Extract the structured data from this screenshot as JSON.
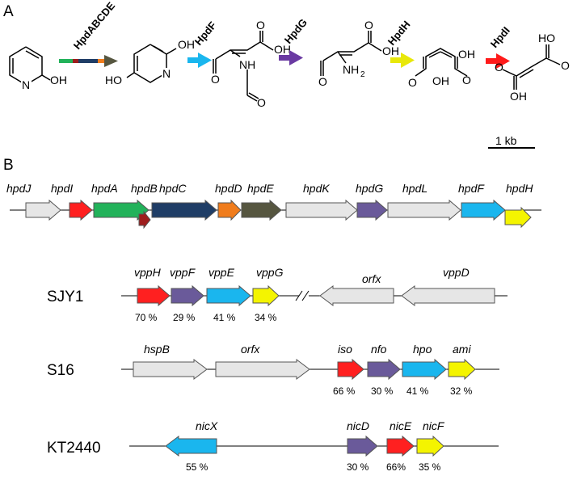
{
  "panels": {
    "a": "A",
    "b": "B"
  },
  "scale_bar": {
    "label": "1 kb"
  },
  "enzymes": {
    "hpdabcde": "HpdABCDE",
    "hpdf": "HpdF",
    "hpdg": "HpdG",
    "hpdh": "HpdH",
    "hpdi": "HpdI"
  },
  "atoms": {
    "n": "N",
    "oh": "OH",
    "ho": "HO",
    "o": "O",
    "nh": "NH",
    "nh2": "NH",
    "sub2": "2"
  },
  "colors": {
    "gray": "#e6e6e6",
    "red": "#ff2020",
    "green": "#22b25a",
    "darkred": "#9e1d1d",
    "navy": "#1f3d66",
    "orange": "#f07c1c",
    "olive": "#565640",
    "purple": "#6a5a9a",
    "cyan": "#1ab6ee",
    "yellow": "#f4f400"
  },
  "clusters": [
    {
      "name": "",
      "genes": [
        {
          "label": "hpdJ",
          "color": "gray",
          "pct": ""
        },
        {
          "label": "hpdI",
          "color": "red",
          "pct": ""
        },
        {
          "label": "hpdA",
          "color": "green",
          "pct": ""
        },
        {
          "label": "hpdB",
          "color": "darkred",
          "pct": ""
        },
        {
          "label": "hpdC",
          "color": "navy",
          "pct": ""
        },
        {
          "label": "hpdD",
          "color": "orange",
          "pct": ""
        },
        {
          "label": "hpdE",
          "color": "olive",
          "pct": ""
        },
        {
          "label": "hpdK",
          "color": "gray",
          "pct": ""
        },
        {
          "label": "hpdG",
          "color": "purple",
          "pct": ""
        },
        {
          "label": "hpdL",
          "color": "gray",
          "pct": ""
        },
        {
          "label": "hpdF",
          "color": "cyan",
          "pct": ""
        },
        {
          "label": "hpdH",
          "color": "yellow",
          "pct": ""
        }
      ]
    },
    {
      "name": "SJY1",
      "genes": [
        {
          "label": "vppH",
          "color": "red",
          "pct": "70 %"
        },
        {
          "label": "vppF",
          "color": "purple",
          "pct": "29 %"
        },
        {
          "label": "vppE",
          "color": "cyan",
          "pct": "41 %"
        },
        {
          "label": "vppG",
          "color": "yellow",
          "pct": "34 %"
        },
        {
          "label": "orfx",
          "color": "gray",
          "pct": ""
        },
        {
          "label": "vppD",
          "color": "gray",
          "pct": ""
        }
      ]
    },
    {
      "name": "S16",
      "genes": [
        {
          "label": "hspB",
          "color": "gray",
          "pct": ""
        },
        {
          "label": "orfx",
          "color": "gray",
          "pct": ""
        },
        {
          "label": "iso",
          "color": "red",
          "pct": "66 %"
        },
        {
          "label": "nfo",
          "color": "purple",
          "pct": "30 %"
        },
        {
          "label": "hpo",
          "color": "cyan",
          "pct": "41 %"
        },
        {
          "label": "ami",
          "color": "yellow",
          "pct": "32 %"
        }
      ]
    },
    {
      "name": "KT2440",
      "genes": [
        {
          "label": "nicX",
          "color": "cyan",
          "pct": "55 %"
        },
        {
          "label": "nicD",
          "color": "purple",
          "pct": "30 %"
        },
        {
          "label": "nicE",
          "color": "red",
          "pct": "66%"
        },
        {
          "label": "nicF",
          "color": "yellow",
          "pct": "35 %"
        }
      ]
    }
  ]
}
